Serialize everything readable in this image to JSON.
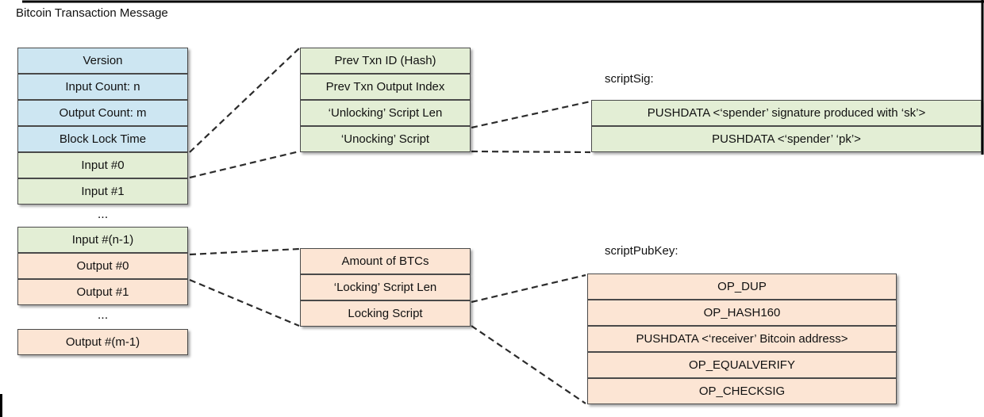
{
  "title": "Bitcoin Transaction Message",
  "colors": {
    "blue": "#cde6f2",
    "green": "#e3eed5",
    "orange": "#fce5d4",
    "border": "#4a4a4a",
    "line": "#2b2b2b"
  },
  "txn_stack": {
    "version": "Version",
    "input_count": "Input Count: n",
    "output_count": "Output Count: m",
    "block_lock_time": "Block Lock Time",
    "input_0": "Input #0",
    "input_1": "Input #1",
    "ellipsis_inputs": "...",
    "input_n_1": "Input #(n-1)",
    "output_0": "Output #0",
    "output_1": "Output #1",
    "ellipsis_outputs": "...",
    "output_m_1": "Output #(m-1)"
  },
  "input_detail": {
    "prev_txn_id": "Prev Txn ID (Hash)",
    "prev_txn_output_index": "Prev Txn Output Index",
    "unlocking_script_len": "‘Unlocking’ Script Len",
    "unlocking_script": "‘Unocking’ Script"
  },
  "output_detail": {
    "amount_of_btcs": "Amount of BTCs",
    "locking_script_len": "‘Locking’ Script Len",
    "locking_script": "Locking Script"
  },
  "script_sig": {
    "label": "scriptSig:",
    "push_signature": "PUSHDATA <‘spender’ signature produced with ‘sk’>",
    "push_pubkey": "PUSHDATA <‘spender’ ‘pk’>"
  },
  "script_pub_key": {
    "label": "scriptPubKey:",
    "op_dup": "OP_DUP",
    "op_hash160": "OP_HASH160",
    "push_address": "PUSHDATA <‘receiver’ Bitcoin address>",
    "op_equalverify": "OP_EQUALVERIFY",
    "op_checksig": "OP_CHECKSIG"
  }
}
